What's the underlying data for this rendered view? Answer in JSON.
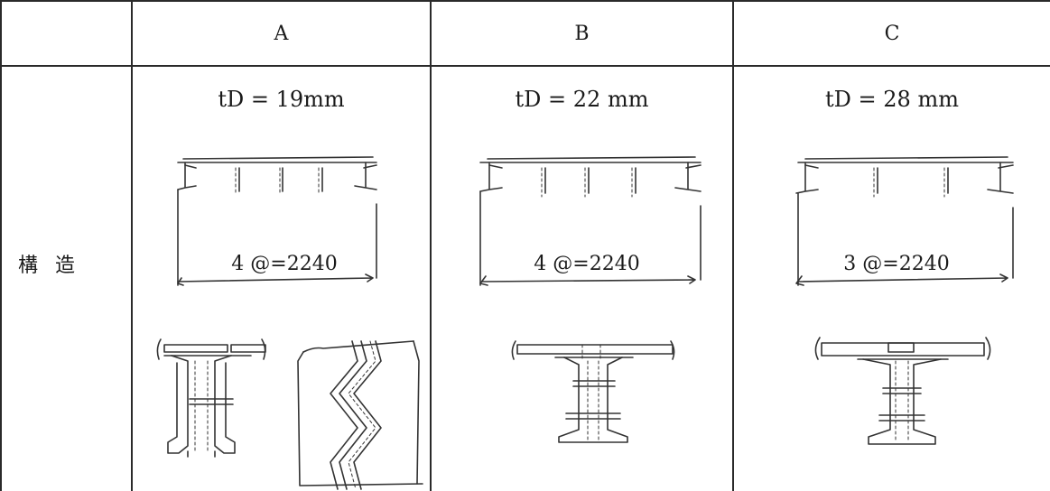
{
  "table": {
    "columns": [
      "A",
      "B",
      "C"
    ],
    "row_label": "構 造",
    "cells": [
      {
        "thickness": "tD = 19mm",
        "spacing": "4 @=2240"
      },
      {
        "thickness": "tD = 22 mm",
        "spacing": "4 @=2240"
      },
      {
        "thickness": "tD = 28 mm",
        "spacing": "3 @=2240"
      }
    ]
  }
}
